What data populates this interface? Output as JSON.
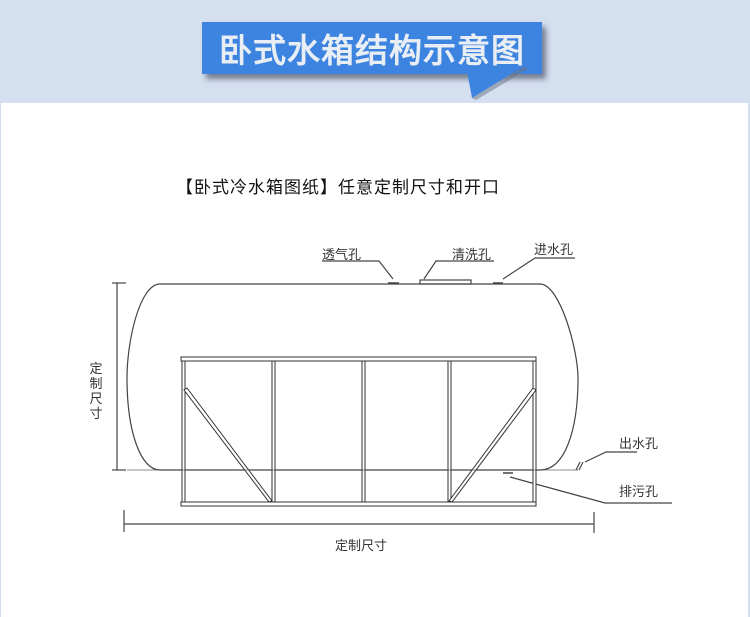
{
  "header": {
    "title": "卧式水箱结构示意图",
    "banner_color": "#3d84e0",
    "background_color": "#d4dff0"
  },
  "diagram": {
    "subtitle": "【卧式冷水箱图纸】任意定制尺寸和开口",
    "labels": {
      "vent_hole": "透气孔",
      "cleaning_hole": "清洗孔",
      "inlet_hole": "进水孔",
      "outlet_hole": "出水孔",
      "drain_hole": "排污孔",
      "height_dimension": "定制尺寸",
      "length_dimension": "定制尺寸"
    },
    "line_color": "#444444"
  }
}
